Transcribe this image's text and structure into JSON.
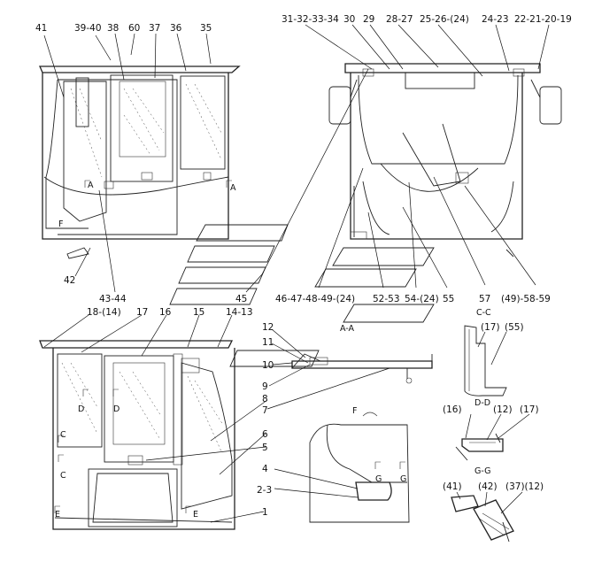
{
  "callouts": [
    {
      "id": "c41",
      "text": "41"
    },
    {
      "id": "c39-40",
      "text": "39-40"
    },
    {
      "id": "c38",
      "text": "38"
    },
    {
      "id": "c60",
      "text": "60"
    },
    {
      "id": "c37",
      "text": "37"
    },
    {
      "id": "c36",
      "text": "36"
    },
    {
      "id": "c35",
      "text": "35"
    },
    {
      "id": "c31-34",
      "text": "31-32-33-34"
    },
    {
      "id": "c30",
      "text": "30"
    },
    {
      "id": "c29",
      "text": "29"
    },
    {
      "id": "c28-27",
      "text": "28-27"
    },
    {
      "id": "c25-26",
      "text": "25-26-(24)"
    },
    {
      "id": "c24-23",
      "text": "24-23"
    },
    {
      "id": "c22-19",
      "text": "22-21-20-19"
    },
    {
      "id": "c42",
      "text": "42"
    },
    {
      "id": "c43-44",
      "text": "43-44"
    },
    {
      "id": "c45",
      "text": "45"
    },
    {
      "id": "c46-49",
      "text": "46-47-48-49-(24)"
    },
    {
      "id": "c52-53",
      "text": "52-53"
    },
    {
      "id": "c54",
      "text": "54-(24)"
    },
    {
      "id": "c55",
      "text": "55"
    },
    {
      "id": "c57",
      "text": "57"
    },
    {
      "id": "c49-59",
      "text": "(49)-58-59"
    },
    {
      "id": "c18-14",
      "text": "18-(14)"
    },
    {
      "id": "c17",
      "text": "17"
    },
    {
      "id": "c16",
      "text": "16"
    },
    {
      "id": "c15",
      "text": "15"
    },
    {
      "id": "c14-13",
      "text": "14-13"
    },
    {
      "id": "c12",
      "text": "12"
    },
    {
      "id": "c11",
      "text": "11"
    },
    {
      "id": "c10",
      "text": "10"
    },
    {
      "id": "c9",
      "text": "9"
    },
    {
      "id": "c8",
      "text": "8"
    },
    {
      "id": "c7",
      "text": "7"
    },
    {
      "id": "c6",
      "text": "6"
    },
    {
      "id": "c5",
      "text": "5"
    },
    {
      "id": "c4",
      "text": "4"
    },
    {
      "id": "c2-3",
      "text": "2-3"
    },
    {
      "id": "c1",
      "text": "1"
    }
  ],
  "section_labels": [
    {
      "id": "s-a-left",
      "text": "A"
    },
    {
      "id": "s-a-right",
      "text": "A"
    },
    {
      "id": "s-f",
      "text": "F"
    },
    {
      "id": "s-cc",
      "text": "C-C"
    },
    {
      "id": "s-aa",
      "text": "A-A"
    },
    {
      "id": "s-dd",
      "text": "D-D"
    },
    {
      "id": "s-gg",
      "text": "G-G"
    },
    {
      "id": "s-f-detail",
      "text": "F"
    },
    {
      "id": "s-d1",
      "text": "D"
    },
    {
      "id": "s-d2",
      "text": "D"
    },
    {
      "id": "s-c1",
      "text": "C"
    },
    {
      "id": "s-c2",
      "text": "C"
    },
    {
      "id": "s-e1",
      "text": "E"
    },
    {
      "id": "s-e2",
      "text": "E"
    },
    {
      "id": "s-g1",
      "text": "G"
    },
    {
      "id": "s-g2",
      "text": "G"
    }
  ],
  "detail_refs": [
    {
      "id": "r17",
      "text": "(17)"
    },
    {
      "id": "r55",
      "text": "(55)"
    },
    {
      "id": "r16",
      "text": "(16)"
    },
    {
      "id": "r12a",
      "text": "(12)"
    },
    {
      "id": "r17b",
      "text": "(17)"
    },
    {
      "id": "r41",
      "text": "(41)"
    },
    {
      "id": "r42",
      "text": "(42)"
    },
    {
      "id": "r37-12",
      "text": "(37)(12)"
    }
  ]
}
